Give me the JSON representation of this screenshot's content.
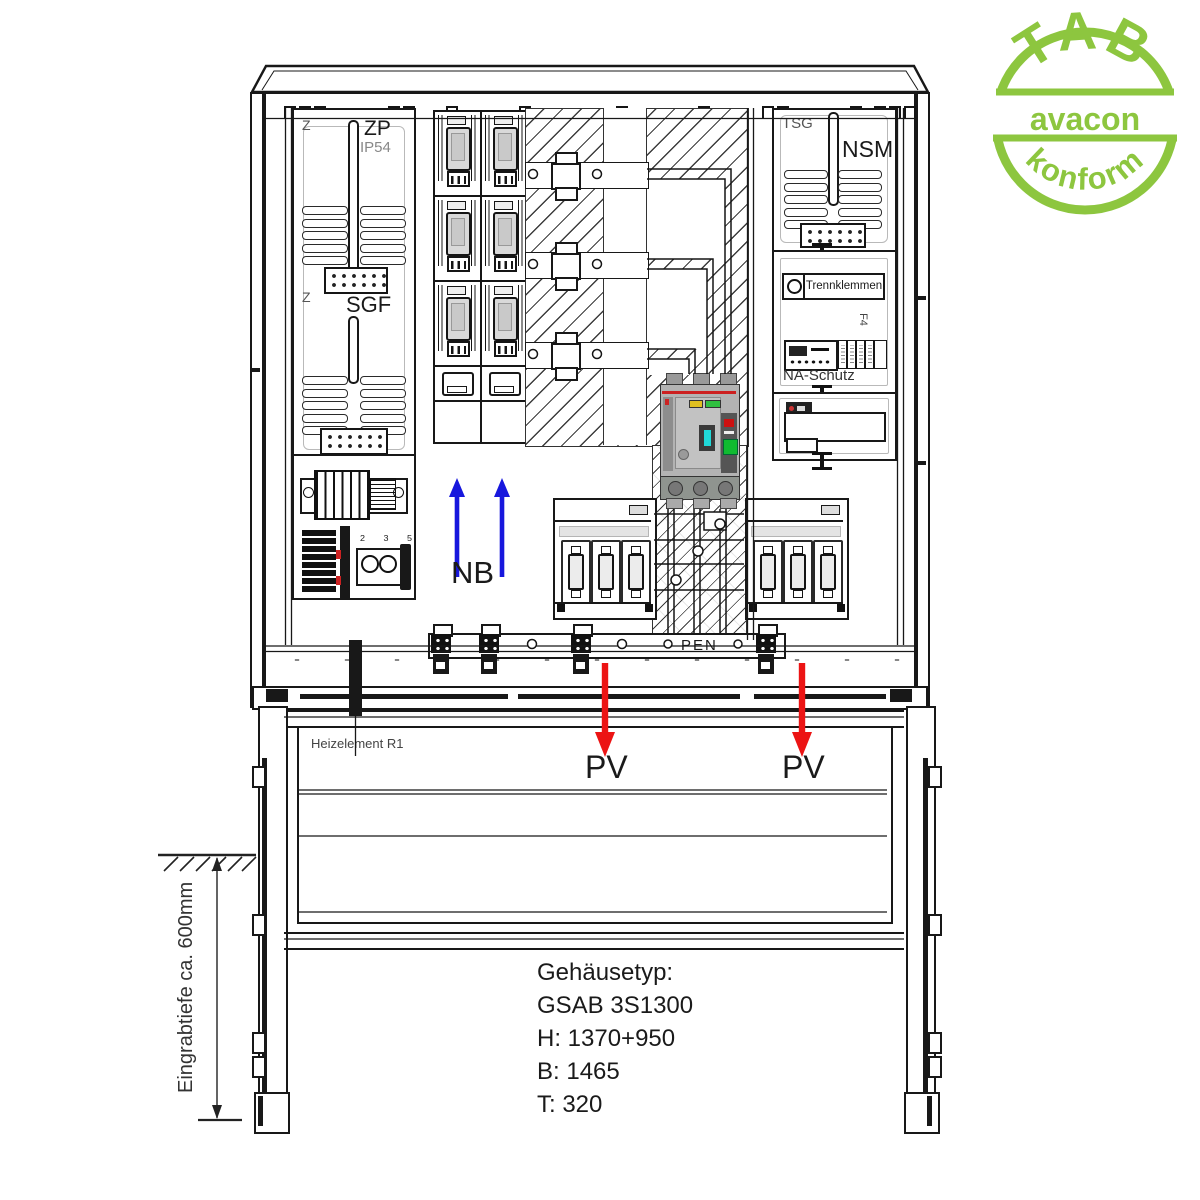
{
  "badge": {
    "top": "TAB",
    "middle": "avacon",
    "bottom": "konform"
  },
  "labels": {
    "z_top": "Z",
    "zp": "ZP",
    "ip54": "IP54",
    "z_bottom": "Z",
    "sgf": "SGF",
    "tsg": "TSG",
    "nsm": "NSM",
    "trennklemmen": "Trennklemmen",
    "f4": "F4",
    "na_schutz": "NA-Schutz",
    "terminal_digits": "2 3 5",
    "heizelement": "Heizelement R1",
    "pen": "PEN",
    "nb": "NB",
    "pv_left": "PV",
    "pv_right": "PV",
    "eingrabtiefe": "Eingrabtiefe ca. 600mm"
  },
  "spec": {
    "lines": [
      "Gehäusetyp:",
      "GSAB 3S1300",
      "H: 1370+950",
      "B: 1465",
      "T: 320"
    ]
  },
  "colors": {
    "badge_green": "#8DC63F",
    "arrow_blue": "#1717DD",
    "arrow_red": "#EC1414",
    "ink": "#1a1a1a"
  }
}
